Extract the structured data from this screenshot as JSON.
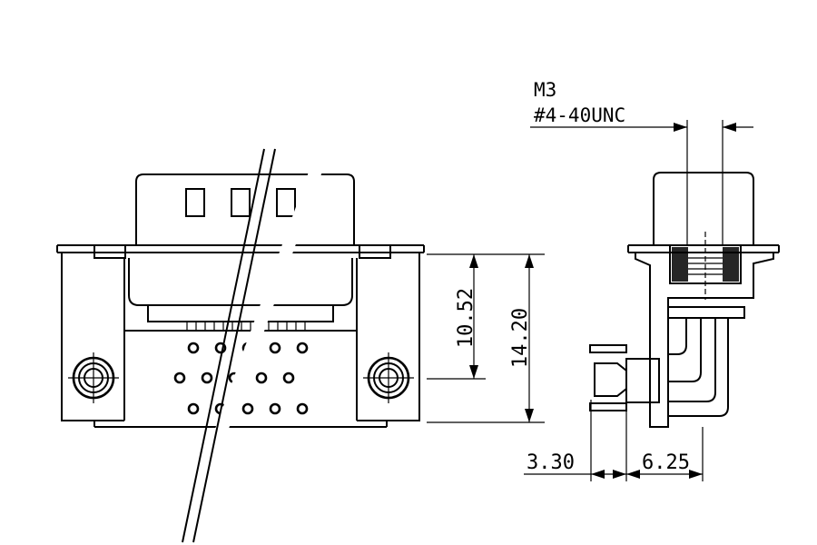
{
  "callout": {
    "line1": "M3",
    "line2": "#4-40UNC"
  },
  "dimensions": {
    "inner_height": "10.52",
    "outer_height": "14.20",
    "left_offset": "3.30",
    "right_offset": "6.25"
  }
}
